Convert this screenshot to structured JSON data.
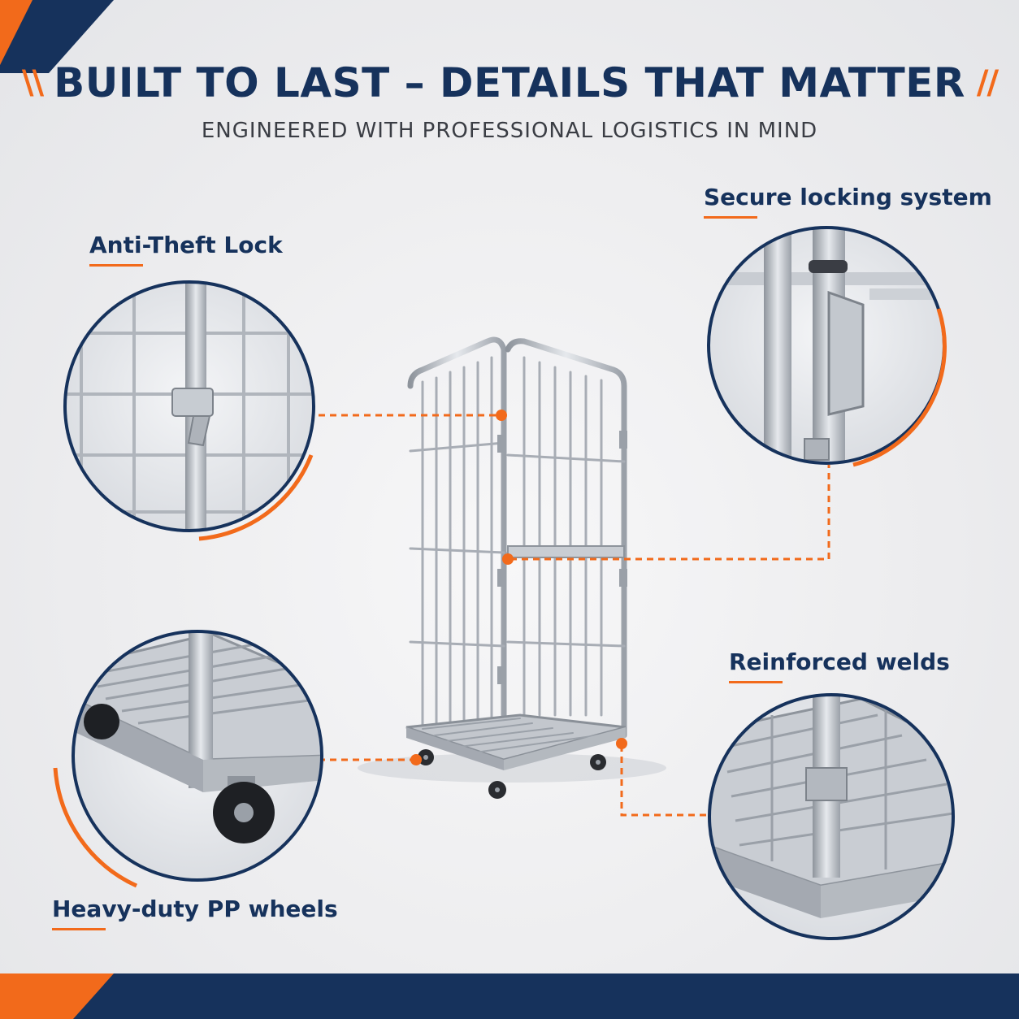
{
  "header": {
    "left_slashes": "\\\\",
    "title": "BUILT TO LAST – DETAILS THAT MATTER",
    "right_slashes": "//",
    "subtitle": "ENGINEERED WITH PROFESSIONAL LOGISTICS IN MIND"
  },
  "callouts": {
    "anti_theft": "Anti-Theft Lock",
    "locking": "Secure locking system",
    "wheels": "Heavy-duty PP wheels",
    "welds": "Reinforced welds"
  },
  "colors": {
    "navy": "#16325c",
    "orange": "#f26a1b",
    "steel": "#b9bec6"
  }
}
